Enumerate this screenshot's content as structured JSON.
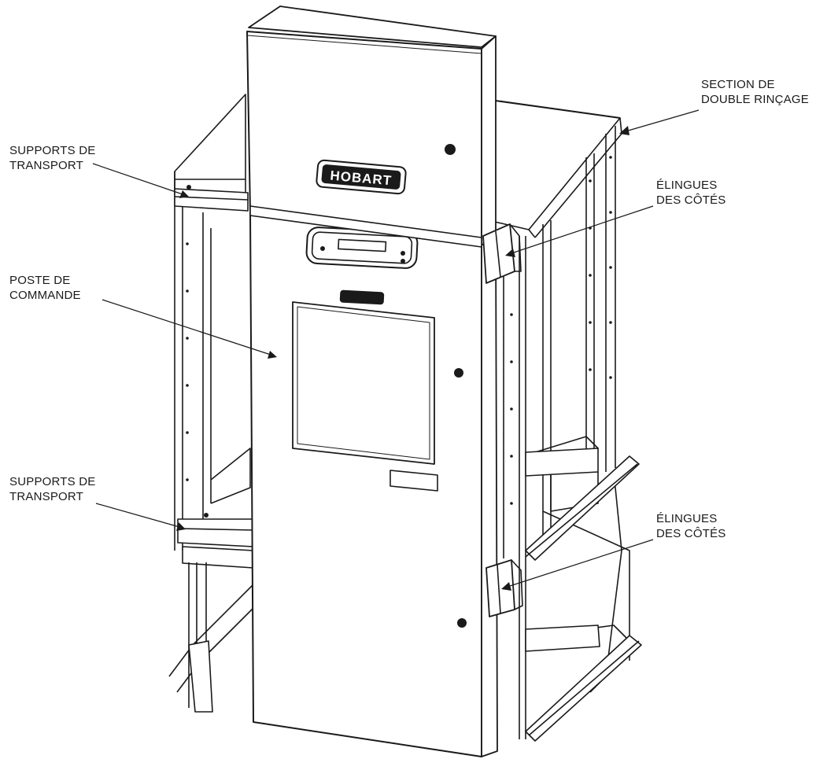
{
  "labels": {
    "section_double_rincage": [
      "SECTION DE",
      "DOUBLE RINÇAGE"
    ],
    "supports_transport_top": [
      "SUPPORTS DE",
      "TRANSPORT"
    ],
    "elingues_cotes_top": [
      "ÉLINGUES",
      "DES CÔTÉS"
    ],
    "poste_commande": [
      "POSTE DE",
      "COMMANDE"
    ],
    "supports_transport_bottom": [
      "SUPPORTS DE",
      "TRANSPORT"
    ],
    "elingues_cotes_bottom": [
      "ÉLINGUES",
      "DES CÔTÉS"
    ]
  },
  "brand": "HOBART",
  "colors": {
    "line": "#1a1a1a",
    "panel_fill": "#ffffff",
    "shade": "#d9d9d9"
  }
}
